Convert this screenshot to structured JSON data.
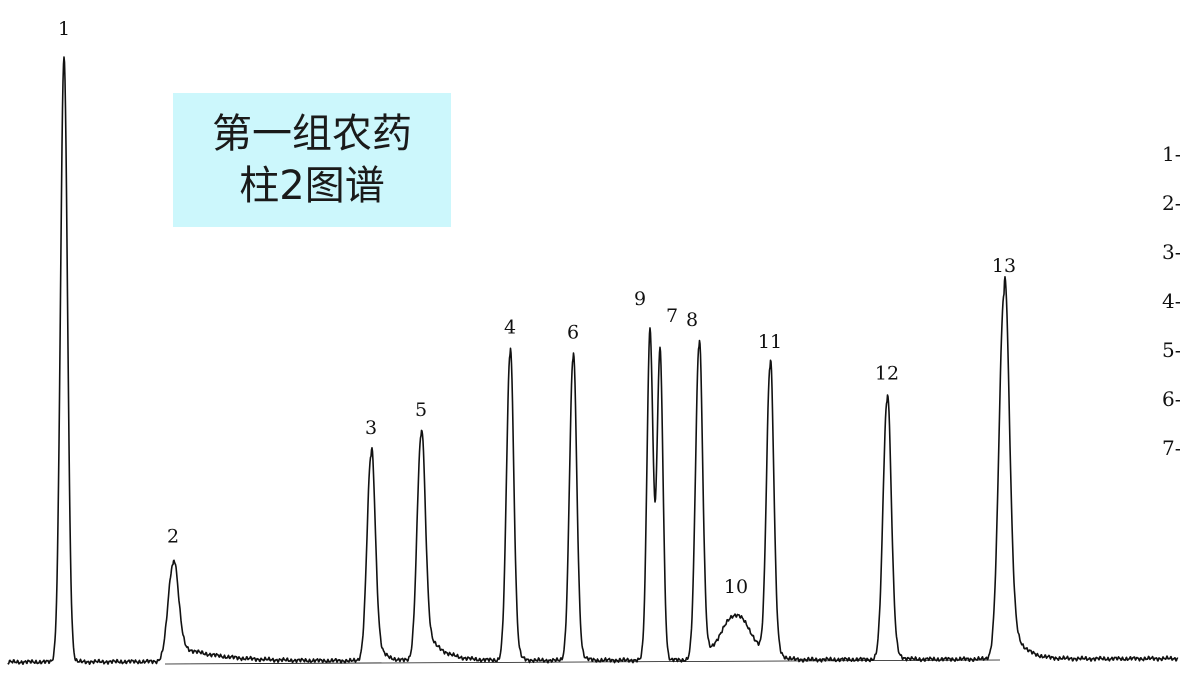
{
  "caption": {
    "line1": "第一组农药",
    "line2": "柱2图谱"
  },
  "legend": {
    "items": [
      "1-",
      "2-",
      "3-",
      "4-",
      "5-",
      "6-",
      "7-"
    ]
  },
  "colors": {
    "trace": "#111111",
    "caption_bg": "#ccf7fc"
  },
  "chart_data": {
    "type": "line",
    "title": "",
    "xlabel": "",
    "ylabel": "",
    "grid": false,
    "peaks": [
      {
        "label": "1",
        "position": 64,
        "height": 605,
        "width": 3.5,
        "tail": 0
      },
      {
        "label": "2",
        "position": 173,
        "height": 97,
        "width": 5,
        "tail": 40
      },
      {
        "label": "3",
        "position": 371,
        "height": 205,
        "width": 4,
        "tail": 8
      },
      {
        "label": "5",
        "position": 421,
        "height": 223,
        "width": 4,
        "tail": 16
      },
      {
        "label": "4",
        "position": 510,
        "height": 305,
        "width": 3.5,
        "tail": 4
      },
      {
        "label": "6",
        "position": 573,
        "height": 300,
        "width": 3.5,
        "tail": 4
      },
      {
        "label": "9",
        "position": 650,
        "height": 330,
        "width": 3,
        "tail": 0
      },
      {
        "label": "7",
        "position": 660,
        "height": 310,
        "width": 3,
        "tail": 0
      },
      {
        "label": "8",
        "position": 699,
        "height": 312,
        "width": 3.5,
        "tail": 3
      },
      {
        "label": "10",
        "position": 736,
        "height": 45,
        "width": 15,
        "tail": 0
      },
      {
        "label": "11",
        "position": 770,
        "height": 290,
        "width": 3.5,
        "tail": 5
      },
      {
        "label": "12",
        "position": 887,
        "height": 258,
        "width": 4,
        "tail": 5
      },
      {
        "label": "13",
        "position": 1004,
        "height": 365,
        "width": 5,
        "tail": 12
      }
    ]
  }
}
